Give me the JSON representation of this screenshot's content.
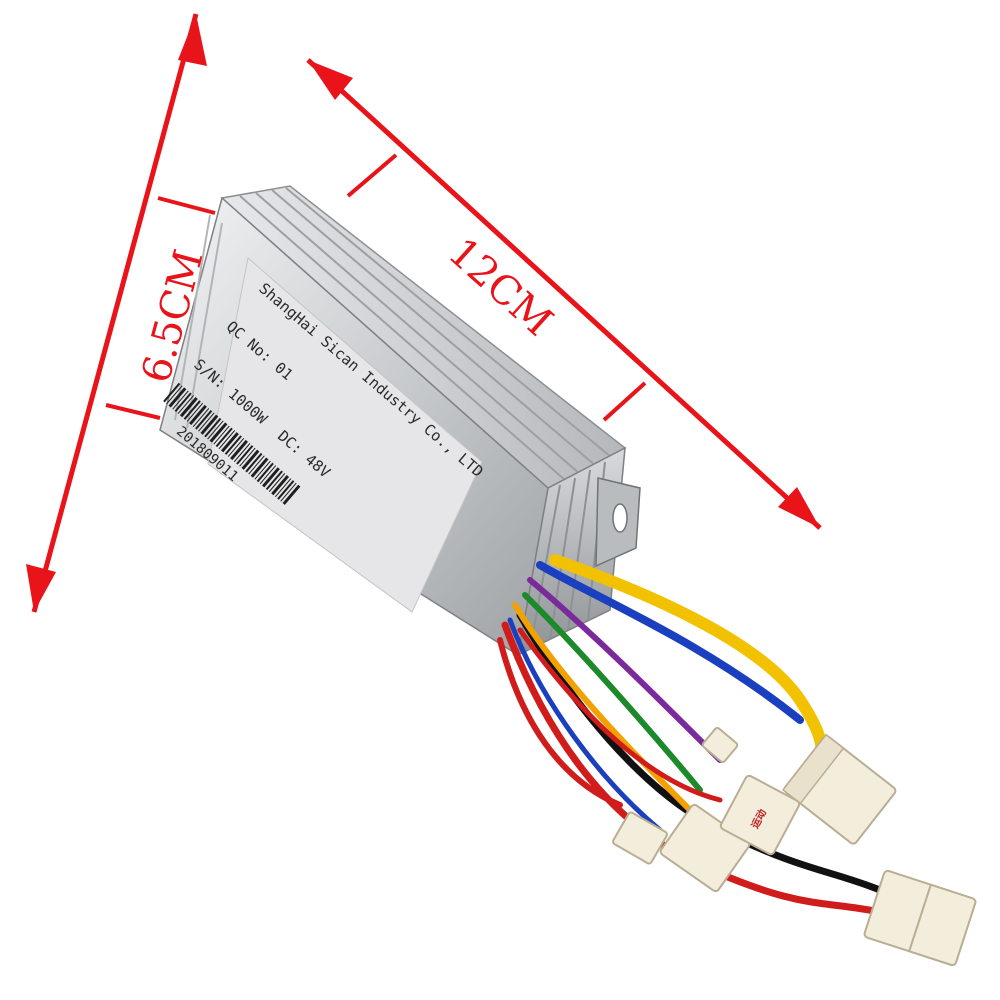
{
  "dimensions": {
    "height_label": "6.5CM",
    "length_label": "12CM",
    "arrow_color": "#e8141a"
  },
  "label": {
    "manufacturer": "ShangHai Sican Industry Co., LTD",
    "qc": "QC No: 01",
    "serial": "S/N: 1000W",
    "voltage": "DC: 48V",
    "barcode_number": "201809011"
  },
  "connector_mark": "运动",
  "wire_colors": [
    "#f2c200",
    "#1a3fbf",
    "#7a2a9a",
    "#1c8a2a",
    "#d11c1c",
    "#111111",
    "#f2a100"
  ],
  "housing_color": "#cfd2d4",
  "label_color": "#e6e6e8"
}
